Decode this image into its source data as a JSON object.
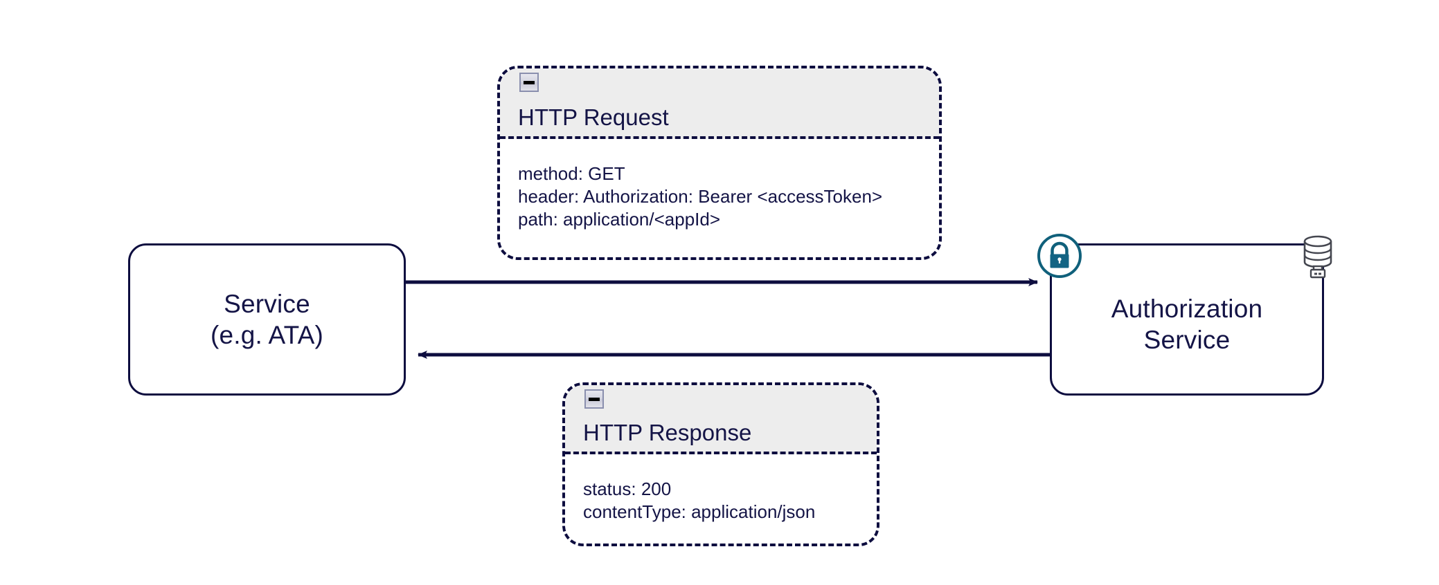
{
  "diagram": {
    "title": "Service to Authorization Service HTTP exchange",
    "colors": {
      "stroke": "#0d0d3f",
      "text": "#141446",
      "lock_accent": "#10607b",
      "header_fill": "#ededed",
      "node_fill": "#ffffff",
      "canvas": "#ffffff"
    }
  },
  "nodes": {
    "service": {
      "name": "Service",
      "line1": "Service",
      "line2": "(e.g. ATA)"
    },
    "auth": {
      "name": "Authorization Service",
      "line1": "Authorization",
      "line2": "Service",
      "icons": {
        "lock": "lock-icon",
        "database": "database-icon"
      }
    }
  },
  "messages": [
    {
      "id": "request",
      "title": "HTTP Request",
      "collapse_label": "−",
      "rows": [
        "method: GET",
        "header: Authorization: Bearer <accessToken>",
        "path: application/<appId>"
      ]
    },
    {
      "id": "response",
      "title": "HTTP Response",
      "collapse_label": "−",
      "rows": [
        "status: 200",
        "contentType: application/json"
      ]
    }
  ],
  "connectors": [
    {
      "id": "request-arrow",
      "from": "service",
      "to": "auth",
      "direction": "right"
    },
    {
      "id": "response-arrow",
      "from": "auth",
      "to": "service",
      "direction": "left"
    }
  ]
}
